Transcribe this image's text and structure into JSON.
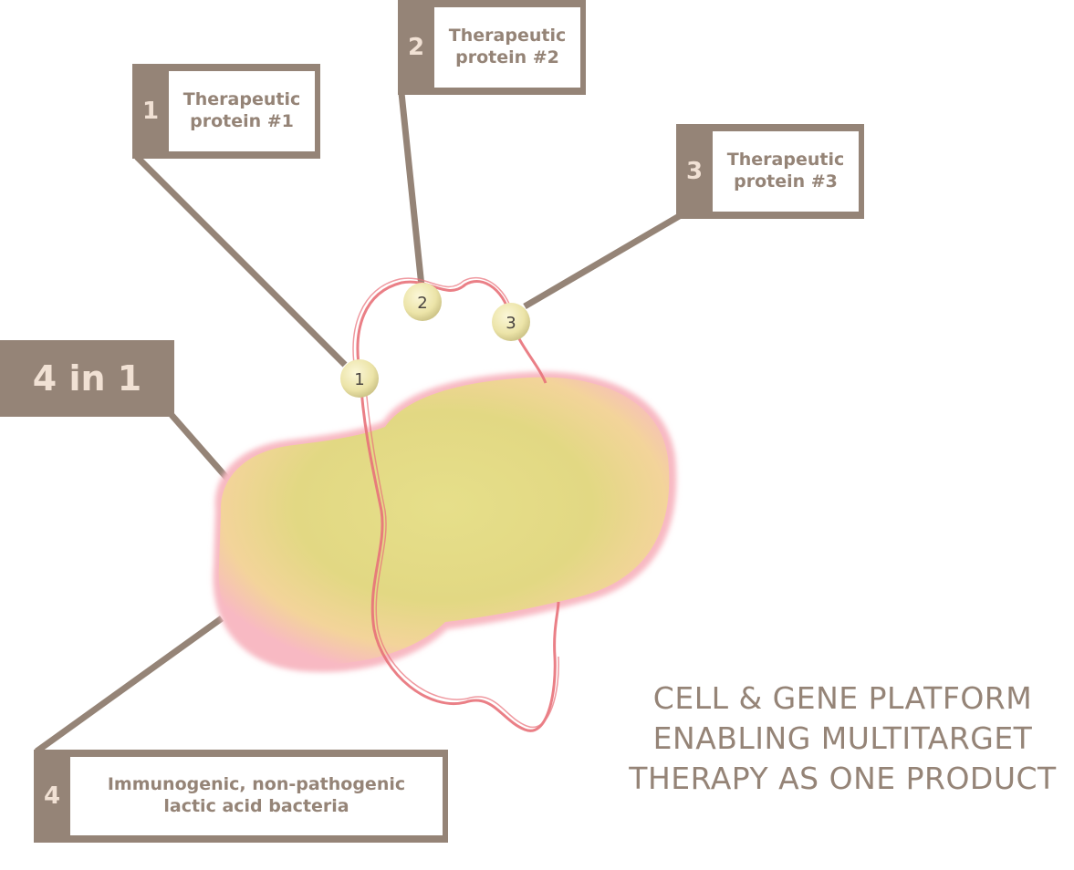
{
  "headline": {
    "label": "4 in 1"
  },
  "callouts": [
    {
      "number": "1",
      "line1": "Therapeutic",
      "line2": "protein #1"
    },
    {
      "number": "2",
      "line1": "Therapeutic",
      "line2": "protein #2"
    },
    {
      "number": "3",
      "line1": "Therapeutic",
      "line2": "protein #3"
    },
    {
      "number": "4",
      "line1": "Immunogenic, non-pathogenic",
      "line2": "lactic acid bacteria"
    }
  ],
  "markers": [
    "1",
    "2",
    "3"
  ],
  "tagline": {
    "lines": [
      "CELL & GENE PLATFORM",
      "ENABLING MULTITARGET",
      "THERAPY AS ONE PRODUCT"
    ]
  },
  "colors": {
    "brand_taupe": "#958477",
    "number_cream": "#f1e1d4",
    "bacterium_yellow": "#e8e08a",
    "bacterium_pink": "#f7b5c0",
    "dna_red": "#e8727a",
    "marker_bead": "#f0e9b4"
  }
}
